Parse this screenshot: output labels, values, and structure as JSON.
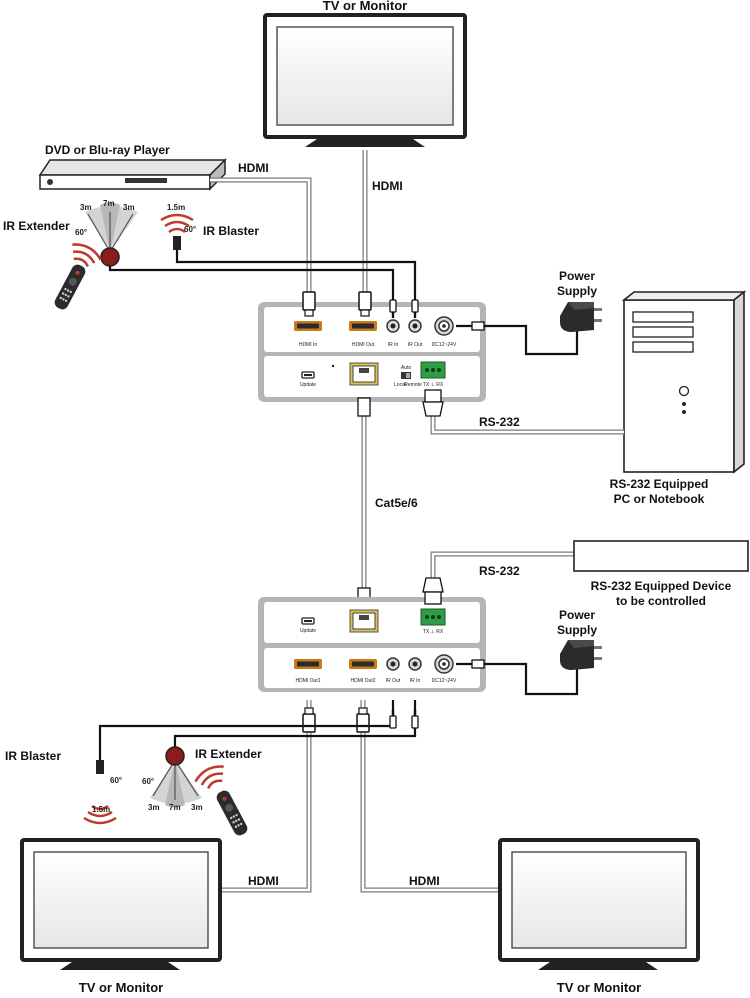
{
  "labels": {
    "tv_top": "TV or Monitor",
    "dvd": "DVD or Blu-ray Player",
    "hdmi_tx_in": "HDMI",
    "hdmi_tx_out": "HDMI",
    "ir_extender_tx": "IR Extender",
    "ir_blaster_tx": "IR Blaster",
    "power_tx": [
      "Power",
      "Supply"
    ],
    "rs232_tx": "RS-232",
    "pc": [
      "RS-232 Equipped",
      "PC or Notebook"
    ],
    "cat": "Cat5e/6",
    "rs232_rx": "RS-232",
    "device": [
      "RS-232 Equipped Device",
      "to be controlled"
    ],
    "power_rx": [
      "Power",
      "Supply"
    ],
    "ir_blaster_rx": "IR Blaster",
    "ir_extender_rx": "IR Extender",
    "hdmi_rx_1": "HDMI",
    "hdmi_rx_2": "HDMI",
    "tv_bottom_left": "TV or Monitor",
    "tv_bottom_right": "TV or Monitor"
  },
  "ir_specs": {
    "ext_tx": {
      "left": "3m",
      "mid": "7m",
      "right": "3m",
      "angle": "60°"
    },
    "blaster_tx": {
      "dist": "1.5m",
      "angle": "60°"
    },
    "blaster_rx": {
      "dist": "1.5m",
      "angle": "60°"
    },
    "ext_rx": {
      "left": "3m",
      "mid": "7m",
      "right": "3m",
      "angle": "60°"
    }
  },
  "tx_ports": {
    "hdmi_in": "HDMI In",
    "hdmi_out": "HDMI Out",
    "ir_in": "IR In",
    "ir_out": "IR Out",
    "dc": "DC12~24V",
    "update": "Update",
    "auto": "Auto",
    "local": "Local",
    "remote": "Remote",
    "txrx": "TX ⊥ RX"
  },
  "rx_ports": {
    "update": "Update",
    "txrx": "TX ⊥ RX",
    "hdmi_out1": "HDMI Out1",
    "hdmi_out2": "HDMI Out2",
    "ir_out": "IR Out",
    "ir_in": "IR In",
    "dc": "DC12~24V"
  }
}
